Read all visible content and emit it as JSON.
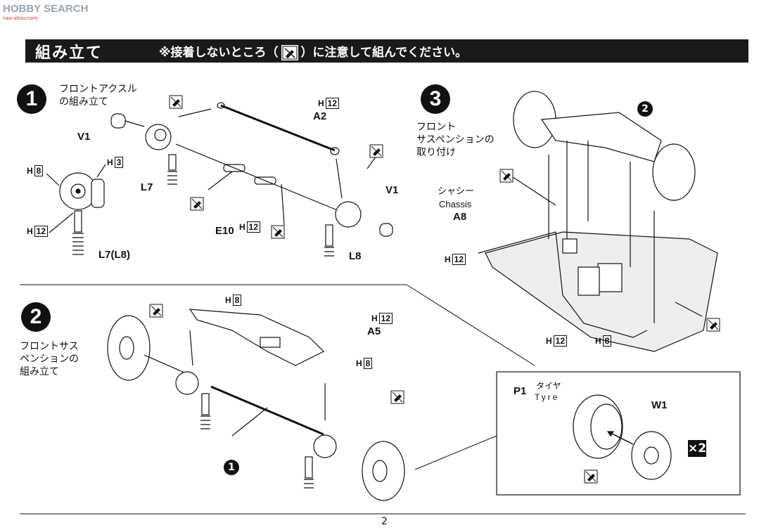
{
  "watermark": {
    "text": "HOBBY SEARCH",
    "sub": "nao-shou.com"
  },
  "header": {
    "title": "組み立て",
    "note_prefix": "※接着しないところ（",
    "note_suffix": "）に注意して組んでください。"
  },
  "steps": [
    {
      "number": "1",
      "title_lines": [
        "フロントアクスル",
        "の組み立て"
      ]
    },
    {
      "number": "2",
      "title_lines": [
        "フロントサス",
        "ペンションの",
        "組み立て"
      ]
    },
    {
      "number": "3",
      "title_lines": [
        "フロント",
        "サスペンションの",
        "取り付け"
      ]
    }
  ],
  "step1_parts": {
    "v1_left": "V1",
    "v1_right": "V1",
    "a2": "A2",
    "l7": "L7",
    "l8": "L8",
    "l7l8": "L7(L8)",
    "e10": "E10",
    "h12_a2": "12",
    "h8": "8",
    "h3": "3",
    "h12_left": "12",
    "h12_e10": "12",
    "h_prefix": "H"
  },
  "step2_parts": {
    "a5": "A5",
    "h8_top": "8",
    "h12": "12",
    "h8_right": "8",
    "ref": "1"
  },
  "step3_parts": {
    "chassis_jp": "シャシー",
    "chassis_en": "Chassis",
    "a8": "A8",
    "h12_left": "12",
    "h12_bottom": "12",
    "h8_bottom": "8",
    "ref": "2"
  },
  "wheel_detail": {
    "p1": "P1",
    "tyre_jp": "タイヤ",
    "tyre_en": "Tyre",
    "w1": "W1",
    "multiplier": "×2"
  },
  "page": {
    "number": "2"
  }
}
